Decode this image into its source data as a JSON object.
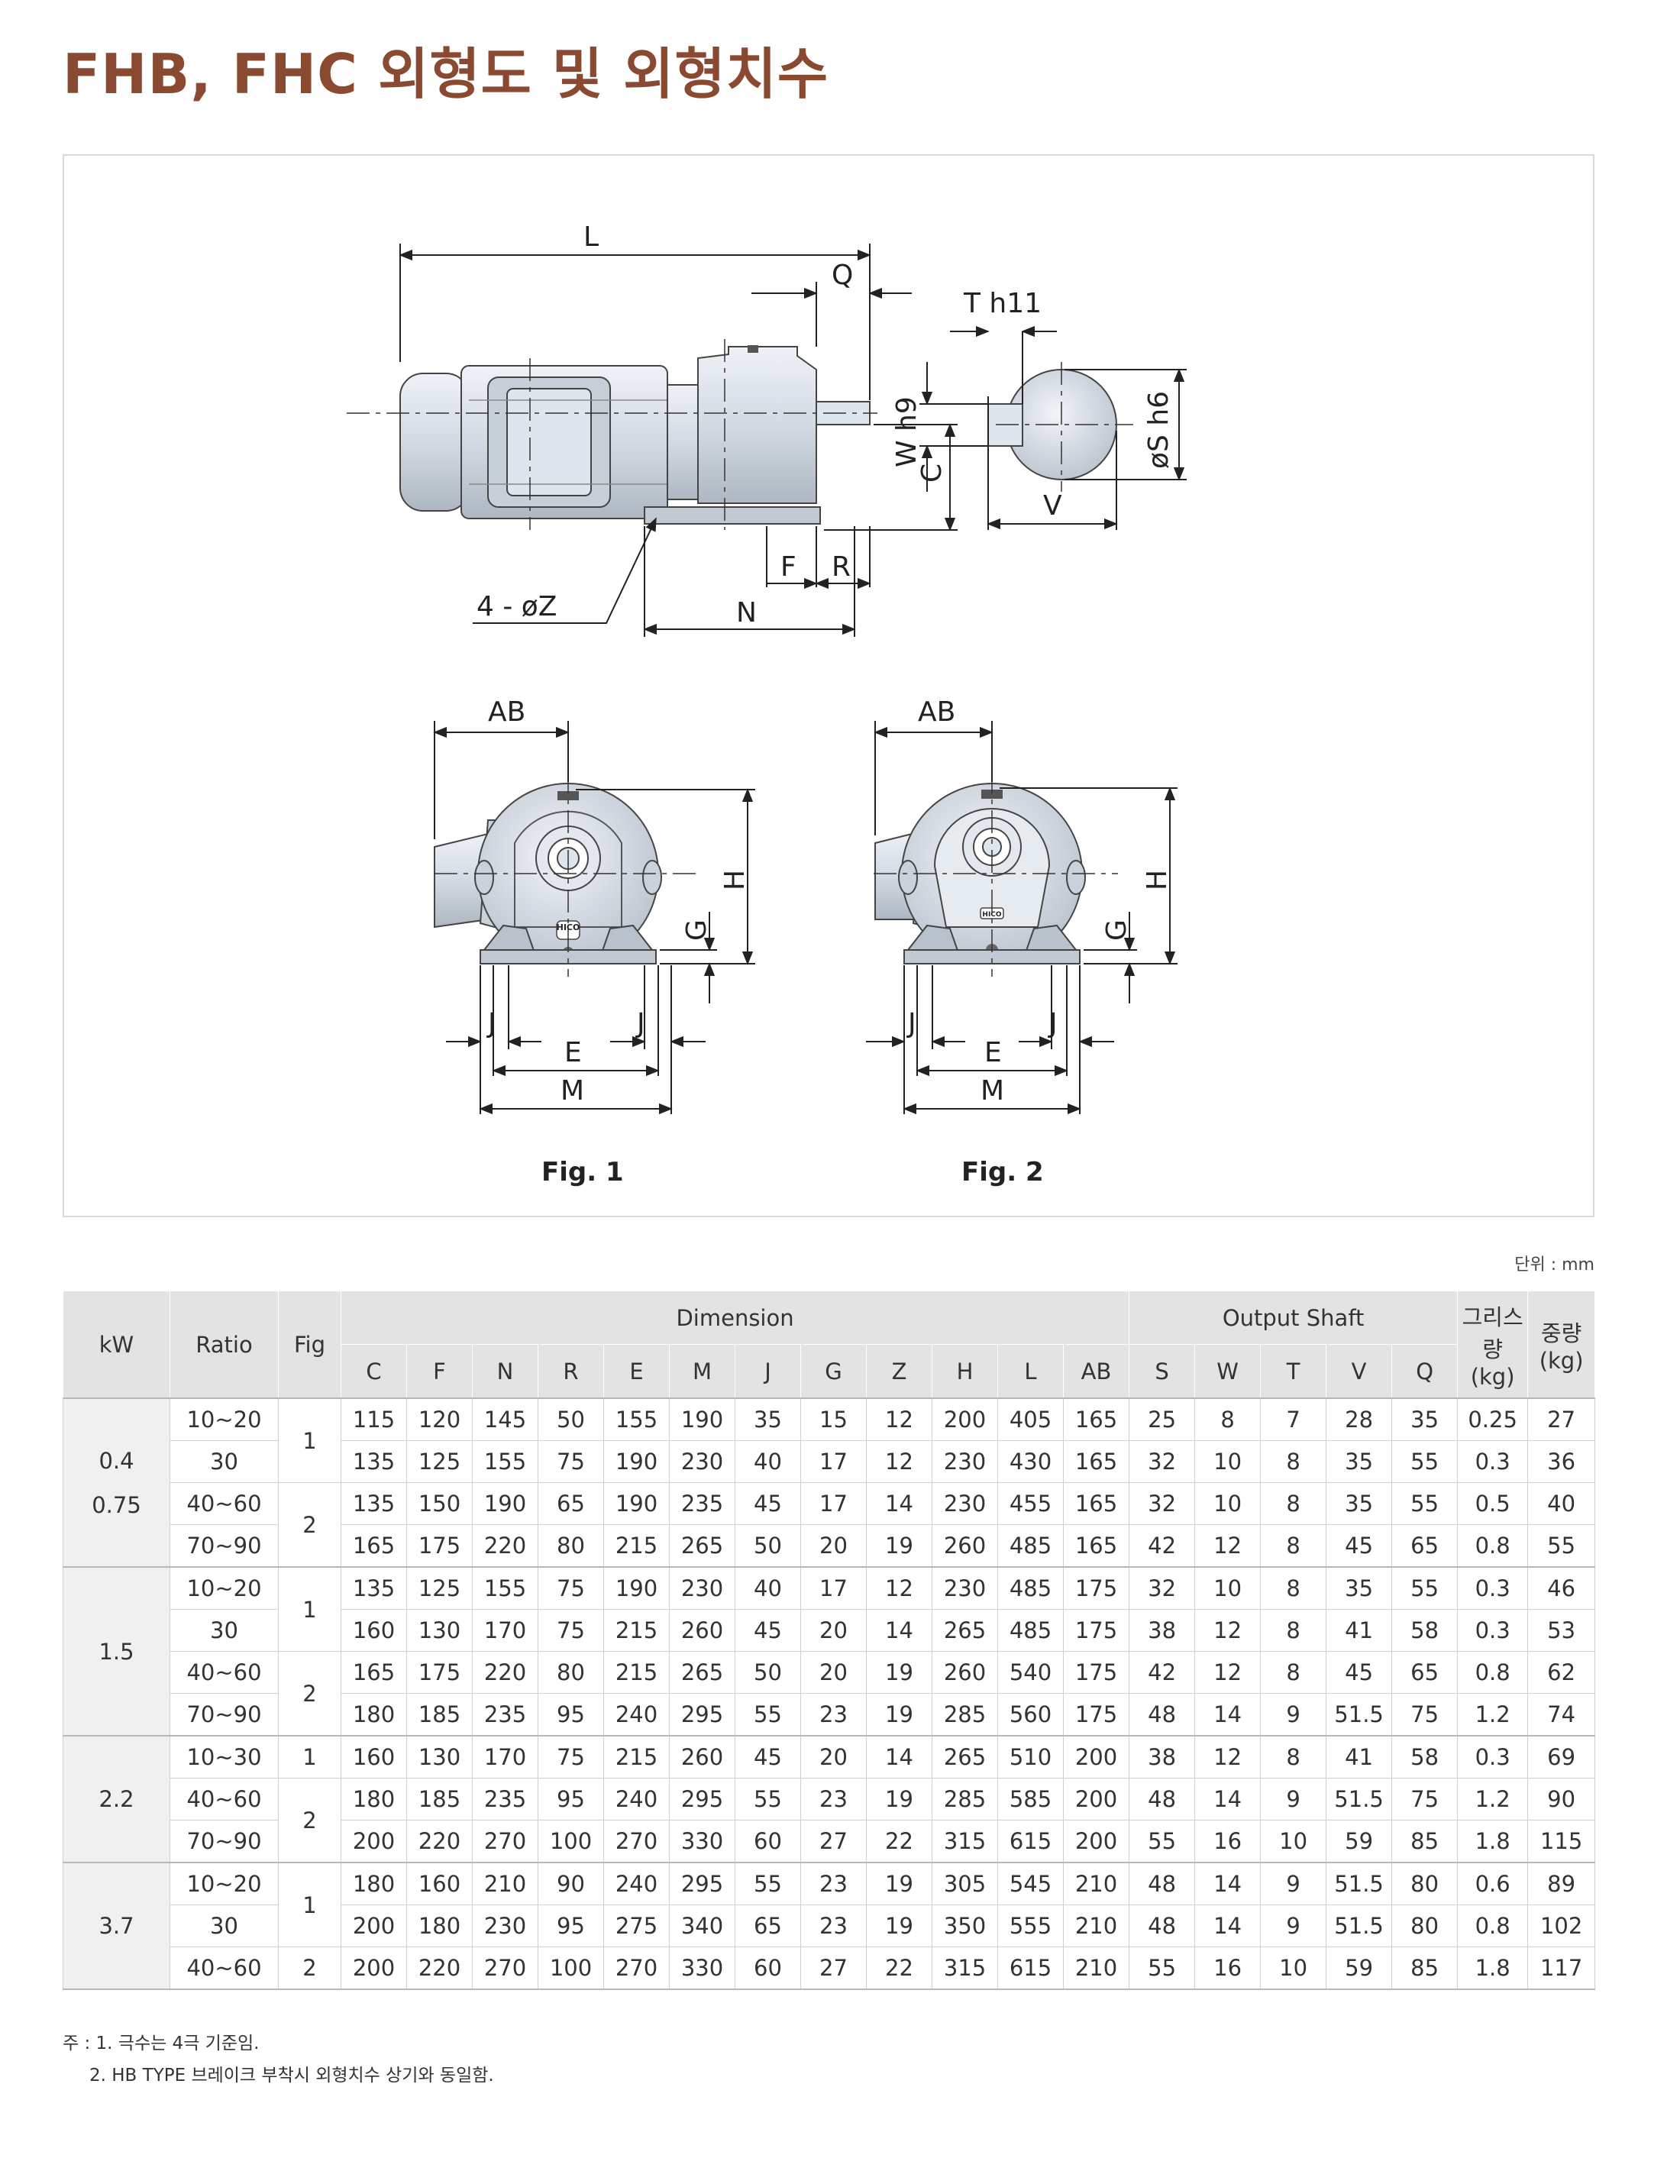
{
  "title": "FHB, FHC 외형도 및 외형치수",
  "figure": {
    "fig1_caption": "Fig. 1",
    "fig2_caption": "Fig. 2",
    "labels": {
      "L": "L",
      "Q": "Q",
      "C": "C",
      "F": "F",
      "R": "R",
      "N": "N",
      "Z": "4 - øZ",
      "T": "T h11",
      "W": "W h9",
      "S": "øS h6",
      "V": "V",
      "AB": "AB",
      "H": "H",
      "G": "G",
      "J": "J",
      "E": "E",
      "M": "M",
      "brand": "HICO"
    }
  },
  "unit_label": "단위 : mm",
  "table": {
    "group_headers": {
      "kw": "kW",
      "ratio": "Ratio",
      "fig": "Fig",
      "dimension": "Dimension",
      "output_shaft": "Output Shaft",
      "grease": "그리스량",
      "grease_unit": "(kg)",
      "weight": "중량",
      "weight_unit": "(kg)"
    },
    "dimension_columns": [
      "C",
      "F",
      "N",
      "R",
      "E",
      "M",
      "J",
      "G",
      "Z",
      "H",
      "L",
      "AB"
    ],
    "shaft_columns": [
      "S",
      "W",
      "T",
      "V",
      "Q"
    ],
    "rows": [
      [
        "10~20",
        "115",
        "120",
        "145",
        "50",
        "155",
        "190",
        "35",
        "15",
        "12",
        "200",
        "405",
        "165",
        "25",
        "8",
        "7",
        "28",
        "35",
        "0.25",
        "27"
      ],
      [
        "30",
        "135",
        "125",
        "155",
        "75",
        "190",
        "230",
        "40",
        "17",
        "12",
        "230",
        "430",
        "165",
        "32",
        "10",
        "8",
        "35",
        "55",
        "0.3",
        "36"
      ],
      [
        "40~60",
        "135",
        "150",
        "190",
        "65",
        "190",
        "235",
        "45",
        "17",
        "14",
        "230",
        "455",
        "165",
        "32",
        "10",
        "8",
        "35",
        "55",
        "0.5",
        "40"
      ],
      [
        "70~90",
        "165",
        "175",
        "220",
        "80",
        "215",
        "265",
        "50",
        "20",
        "19",
        "260",
        "485",
        "165",
        "42",
        "12",
        "8",
        "45",
        "65",
        "0.8",
        "55"
      ],
      [
        "10~20",
        "135",
        "125",
        "155",
        "75",
        "190",
        "230",
        "40",
        "17",
        "12",
        "230",
        "485",
        "175",
        "32",
        "10",
        "8",
        "35",
        "55",
        "0.3",
        "46"
      ],
      [
        "30",
        "160",
        "130",
        "170",
        "75",
        "215",
        "260",
        "45",
        "20",
        "14",
        "265",
        "485",
        "175",
        "38",
        "12",
        "8",
        "41",
        "58",
        "0.3",
        "53"
      ],
      [
        "40~60",
        "165",
        "175",
        "220",
        "80",
        "215",
        "265",
        "50",
        "20",
        "19",
        "260",
        "540",
        "175",
        "42",
        "12",
        "8",
        "45",
        "65",
        "0.8",
        "62"
      ],
      [
        "70~90",
        "180",
        "185",
        "235",
        "95",
        "240",
        "295",
        "55",
        "23",
        "19",
        "285",
        "560",
        "175",
        "48",
        "14",
        "9",
        "51.5",
        "75",
        "1.2",
        "74"
      ],
      [
        "10~30",
        "160",
        "130",
        "170",
        "75",
        "215",
        "260",
        "45",
        "20",
        "14",
        "265",
        "510",
        "200",
        "38",
        "12",
        "8",
        "41",
        "58",
        "0.3",
        "69"
      ],
      [
        "40~60",
        "180",
        "185",
        "235",
        "95",
        "240",
        "295",
        "55",
        "23",
        "19",
        "285",
        "585",
        "200",
        "48",
        "14",
        "9",
        "51.5",
        "75",
        "1.2",
        "90"
      ],
      [
        "70~90",
        "200",
        "220",
        "270",
        "100",
        "270",
        "330",
        "60",
        "27",
        "22",
        "315",
        "615",
        "200",
        "55",
        "16",
        "10",
        "59",
        "85",
        "1.8",
        "115"
      ],
      [
        "10~20",
        "180",
        "160",
        "210",
        "90",
        "240",
        "295",
        "55",
        "23",
        "19",
        "305",
        "545",
        "210",
        "48",
        "14",
        "9",
        "51.5",
        "80",
        "0.6",
        "89"
      ],
      [
        "30",
        "200",
        "180",
        "230",
        "95",
        "275",
        "340",
        "65",
        "23",
        "19",
        "350",
        "555",
        "210",
        "48",
        "14",
        "9",
        "51.5",
        "80",
        "0.8",
        "102"
      ],
      [
        "40~60",
        "200",
        "220",
        "270",
        "100",
        "270",
        "330",
        "60",
        "27",
        "22",
        "315",
        "615",
        "210",
        "55",
        "16",
        "10",
        "59",
        "85",
        "1.8",
        "117"
      ]
    ],
    "kw_groups": [
      {
        "label": "0.4\n0.75",
        "rows": 4
      },
      {
        "label": "1.5",
        "rows": 4
      },
      {
        "label": "2.2",
        "rows": 3
      },
      {
        "label": "3.7",
        "rows": 3
      }
    ],
    "fig_groups": [
      {
        "label": "1",
        "rows": 2
      },
      {
        "label": "2",
        "rows": 2
      },
      {
        "label": "1",
        "rows": 2
      },
      {
        "label": "2",
        "rows": 2
      },
      {
        "label": "1",
        "rows": 1
      },
      {
        "label": "2",
        "rows": 2
      },
      {
        "label": "1",
        "rows": 2
      },
      {
        "label": "2",
        "rows": 1
      }
    ]
  },
  "notes": {
    "line1": "주 : 1. 극수는 4극 기준임.",
    "line2": "2. HB TYPE 브레이크 부착시 외형치수 상기와 동일함."
  }
}
